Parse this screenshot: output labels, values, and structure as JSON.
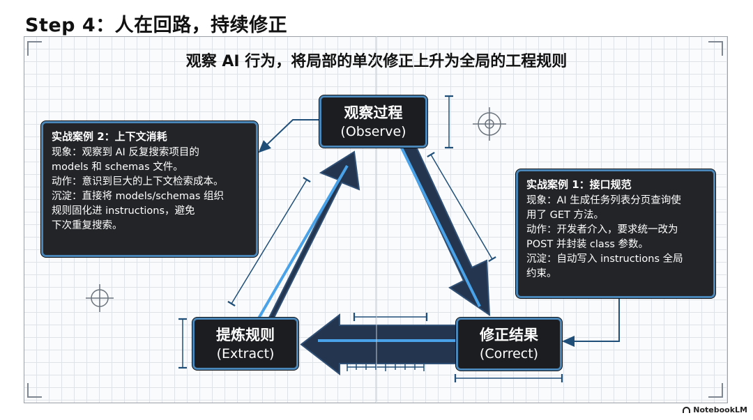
{
  "title": "Step 4：人在回路，持续修正",
  "subtitle": "观察 AI 行为，将局部的单次修正上升为全局的工程规则",
  "nodes": {
    "observe": {
      "zh": "观察过程",
      "en": "(Observe)"
    },
    "correct": {
      "zh": "修正结果",
      "en": "(Correct)"
    },
    "extract": {
      "zh": "提炼规则",
      "en": "(Extract)"
    }
  },
  "case2": {
    "title": "实战案例 2：上下文消耗",
    "lines": [
      "现象：观察到 AI 反复搜索项目的",
      "models 和 schemas 文件。",
      "动作：意识到巨大的上下文检索成本。",
      "沉淀：直接将 models/schemas 组织",
      "规则固化进 instructions，避免",
      "下次重复搜索。"
    ]
  },
  "case1": {
    "title": "实战案例 1：接口规范",
    "lines": [
      "现象：AI 生成任务列表分页查询使",
      "用了 GET 方法。",
      "动作：开发者介入，要求统一改为",
      "POST 并封装 class 参数。",
      "沉淀：自动写入 instructions 全局",
      "约束。"
    ]
  },
  "brand": "NotebookLM",
  "colors": {
    "arrow_fill": "#24364f",
    "arrow_inner": "#4aa3e8",
    "node_border": "#4b86b8",
    "node_bg": "#1b1d20",
    "annotation": "#1f4e79"
  }
}
